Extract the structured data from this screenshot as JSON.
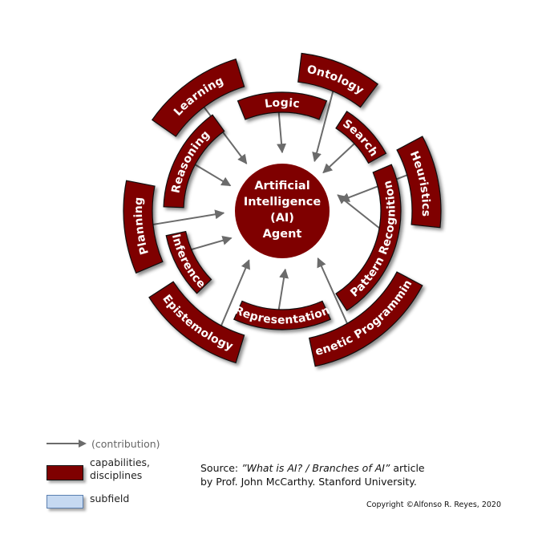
{
  "diagram": {
    "center_label_lines": [
      "Artificial",
      "Intelligence",
      "(AI)",
      "Agent"
    ],
    "inner_ring": [
      "Logic",
      "Search",
      "Pattern Recognition",
      "Representation",
      "Inference",
      "Reasoning"
    ],
    "outer_ring": [
      "Ontology",
      "Heuristics",
      "Genetic Programming",
      "Epistemology",
      "Planning",
      "Learning"
    ],
    "colors": {
      "segment": "#7f0000",
      "subfield": "#c6d9f1",
      "arrow": "#6b6b6b"
    }
  },
  "legend": {
    "arrow_label": "(contribution)",
    "capabilities_label_line1": "capabilities,",
    "capabilities_label_line2": "disciplines",
    "subfield_label": "subfield"
  },
  "source": {
    "prefix": "Source: ",
    "title": "”What is AI? / Branches of AI”",
    "suffix": " article",
    "line2": "by Prof. John McCarthy. Stanford University."
  },
  "copyright": {
    "text": "Copyright",
    "symbol": "©",
    "holder": "Alfonso R. Reyes, 2020"
  }
}
